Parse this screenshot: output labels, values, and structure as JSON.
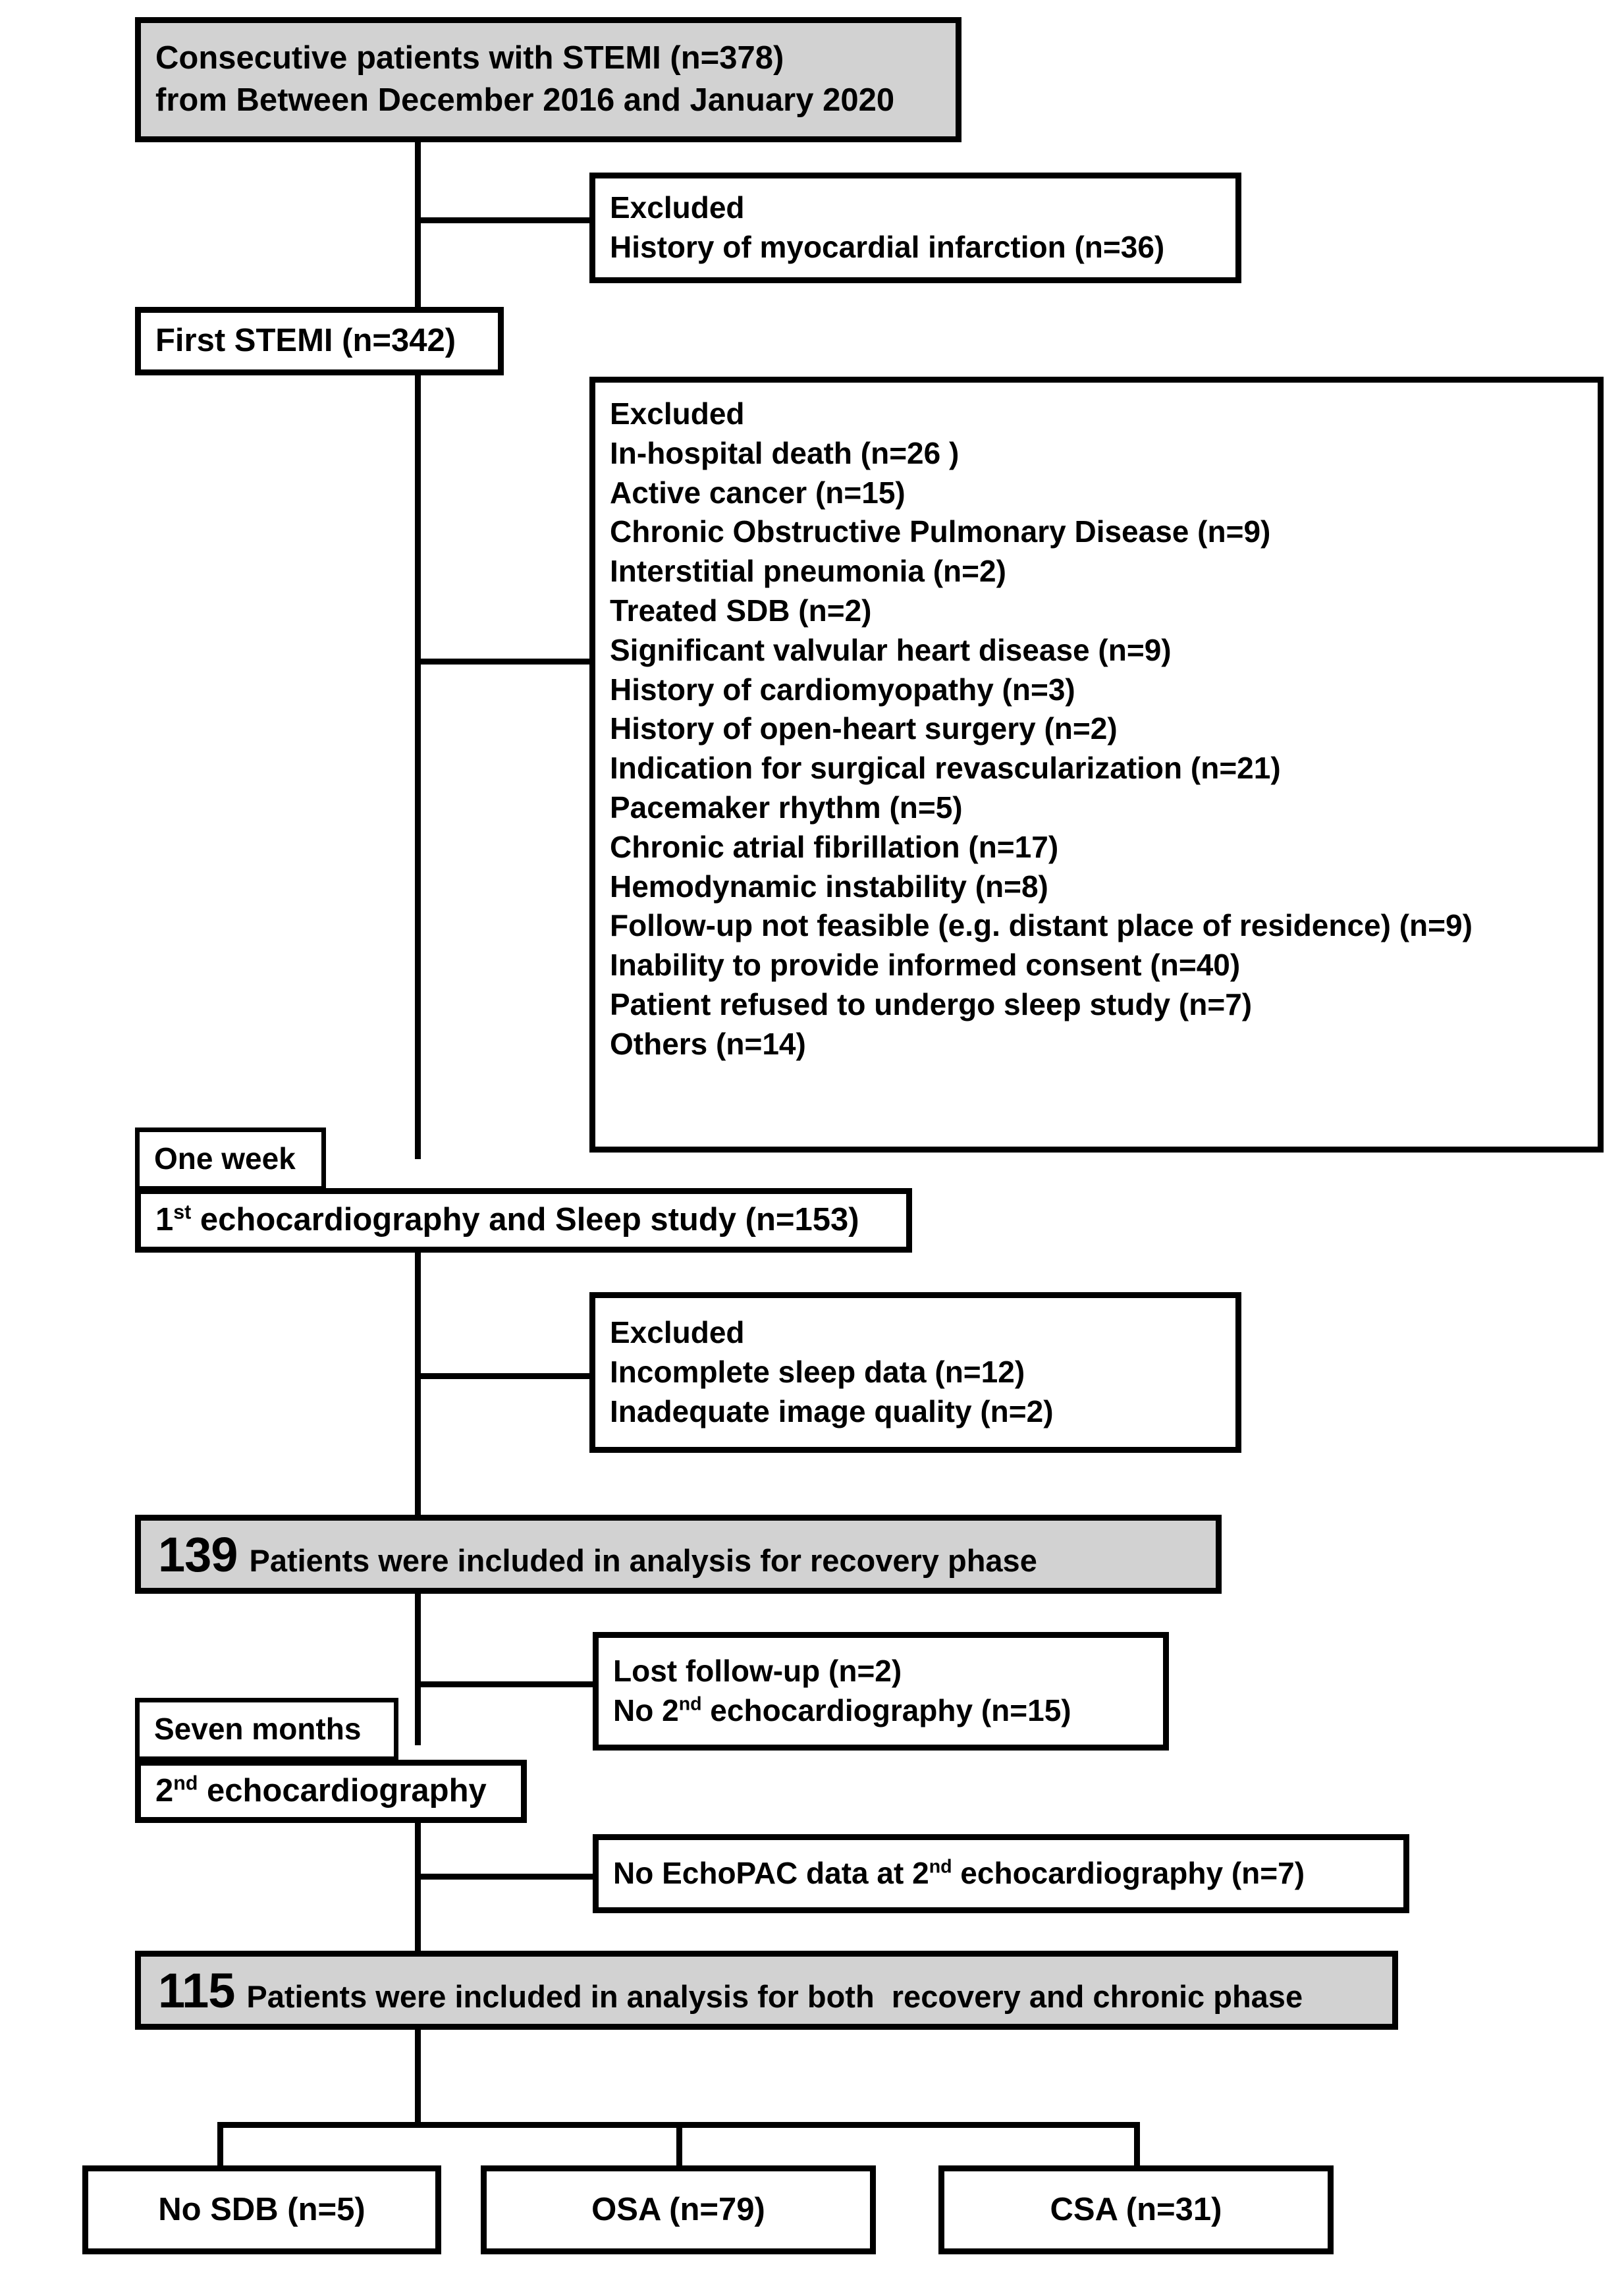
{
  "figure": {
    "type": "flowchart",
    "title": "STEMI patient enrollment flow diagram",
    "colors": {
      "shaded_box_fill": "#d2d2d2",
      "box_fill": "#ffffff",
      "line": "#000000"
    }
  },
  "nodes": {
    "enrollment": {
      "line1": "Consecutive patients with STEMI (n=378)",
      "line2": "from Between December 2016 and January 2020"
    },
    "excluded_1": {
      "heading": "Excluded",
      "items": [
        "History of myocardial infarction (n=36)"
      ]
    },
    "first_stemi": {
      "label": "First STEMI (n=342)"
    },
    "excluded_2": {
      "heading": "Excluded",
      "items": [
        "In-hospital death (n=26 )",
        "Active cancer (n=15)",
        "Chronic Obstructive Pulmonary Disease (n=9)",
        "Interstitial pneumonia (n=2)",
        "Treated SDB (n=2)",
        "Significant valvular heart disease (n=9)",
        "History of cardiomyopathy (n=3)",
        "History of open-heart surgery (n=2)",
        "Indication for surgical revascularization (n=21)",
        "Pacemaker rhythm (n=5)",
        "Chronic atrial fibrillation (n=17)",
        "Hemodynamic instability (n=8)",
        "Follow-up not feasible (e.g. distant place of residence) (n=9)",
        "Inability to provide informed consent (n=40)",
        "Patient refused to undergo sleep study (n=7)",
        "Others (n=14)"
      ]
    },
    "timepoint_one_week": {
      "label": "One week"
    },
    "first_echo": {
      "prefix": "1",
      "sup": "st",
      "rest": " echocardiography and Sleep study (n=153)"
    },
    "excluded_3": {
      "heading": "Excluded",
      "items": [
        "Incomplete sleep data (n=12)",
        "Inadequate image quality (n=2)"
      ]
    },
    "summary_recovery": {
      "count": "139",
      "text": "Patients were included in analysis for recovery phase"
    },
    "lost_followup": {
      "line1": "Lost follow-up (n=2)",
      "line2_prefix": "No 2",
      "line2_sup": "nd",
      "line2_rest": " echocardiography (n=15)"
    },
    "timepoint_seven_months": {
      "label": "Seven months"
    },
    "second_echo": {
      "prefix": "2",
      "sup": "nd",
      "rest": " echocardiography"
    },
    "no_echopac": {
      "prefix": "No EchoPAC data at 2",
      "sup": "nd",
      "rest": " echocardiography (n=7)"
    },
    "summary_both": {
      "count": "115",
      "text": "Patients were included in analysis for both  recovery and chronic phase"
    },
    "groups": [
      {
        "label": "No SDB (n=5)"
      },
      {
        "label": "OSA (n=79)"
      },
      {
        "label": "CSA (n=31)"
      }
    ]
  },
  "chart_data": {
    "type": "flowchart",
    "title": "STEMI study enrollment CONSORT-style flow diagram",
    "counts": {
      "consecutive_stemi": 378,
      "history_of_mi_excluded": 36,
      "first_stemi": 342,
      "first_echo_and_sleep_study": 153,
      "included_recovery_phase": 139,
      "included_recovery_and_chronic_phase": 115,
      "no_sdb": 5,
      "osa": 79,
      "csa": 31
    },
    "exclusions_after_first_stemi": {
      "In-hospital death": 26,
      "Active cancer": 15,
      "Chronic Obstructive Pulmonary Disease": 9,
      "Interstitial pneumonia": 2,
      "Treated SDB": 2,
      "Significant valvular heart disease": 9,
      "History of cardiomyopathy": 3,
      "History of open-heart surgery": 2,
      "Indication for surgical revascularization": 21,
      "Pacemaker rhythm": 5,
      "Chronic atrial fibrillation": 17,
      "Hemodynamic instability": 8,
      "Follow-up not feasible (e.g. distant place of residence)": 9,
      "Inability to provide informed consent": 40,
      "Patient refused to undergo sleep study": 7,
      "Others": 14
    },
    "exclusions_after_first_echo": {
      "Incomplete sleep data": 12,
      "Inadequate image quality": 2
    },
    "exclusions_at_seven_months": {
      "Lost follow-up": 2,
      "No 2nd echocardiography": 15
    },
    "exclusions_before_final": {
      "No EchoPAC data at 2nd echocardiography": 7
    },
    "timepoints": [
      "One week",
      "Seven months"
    ]
  }
}
